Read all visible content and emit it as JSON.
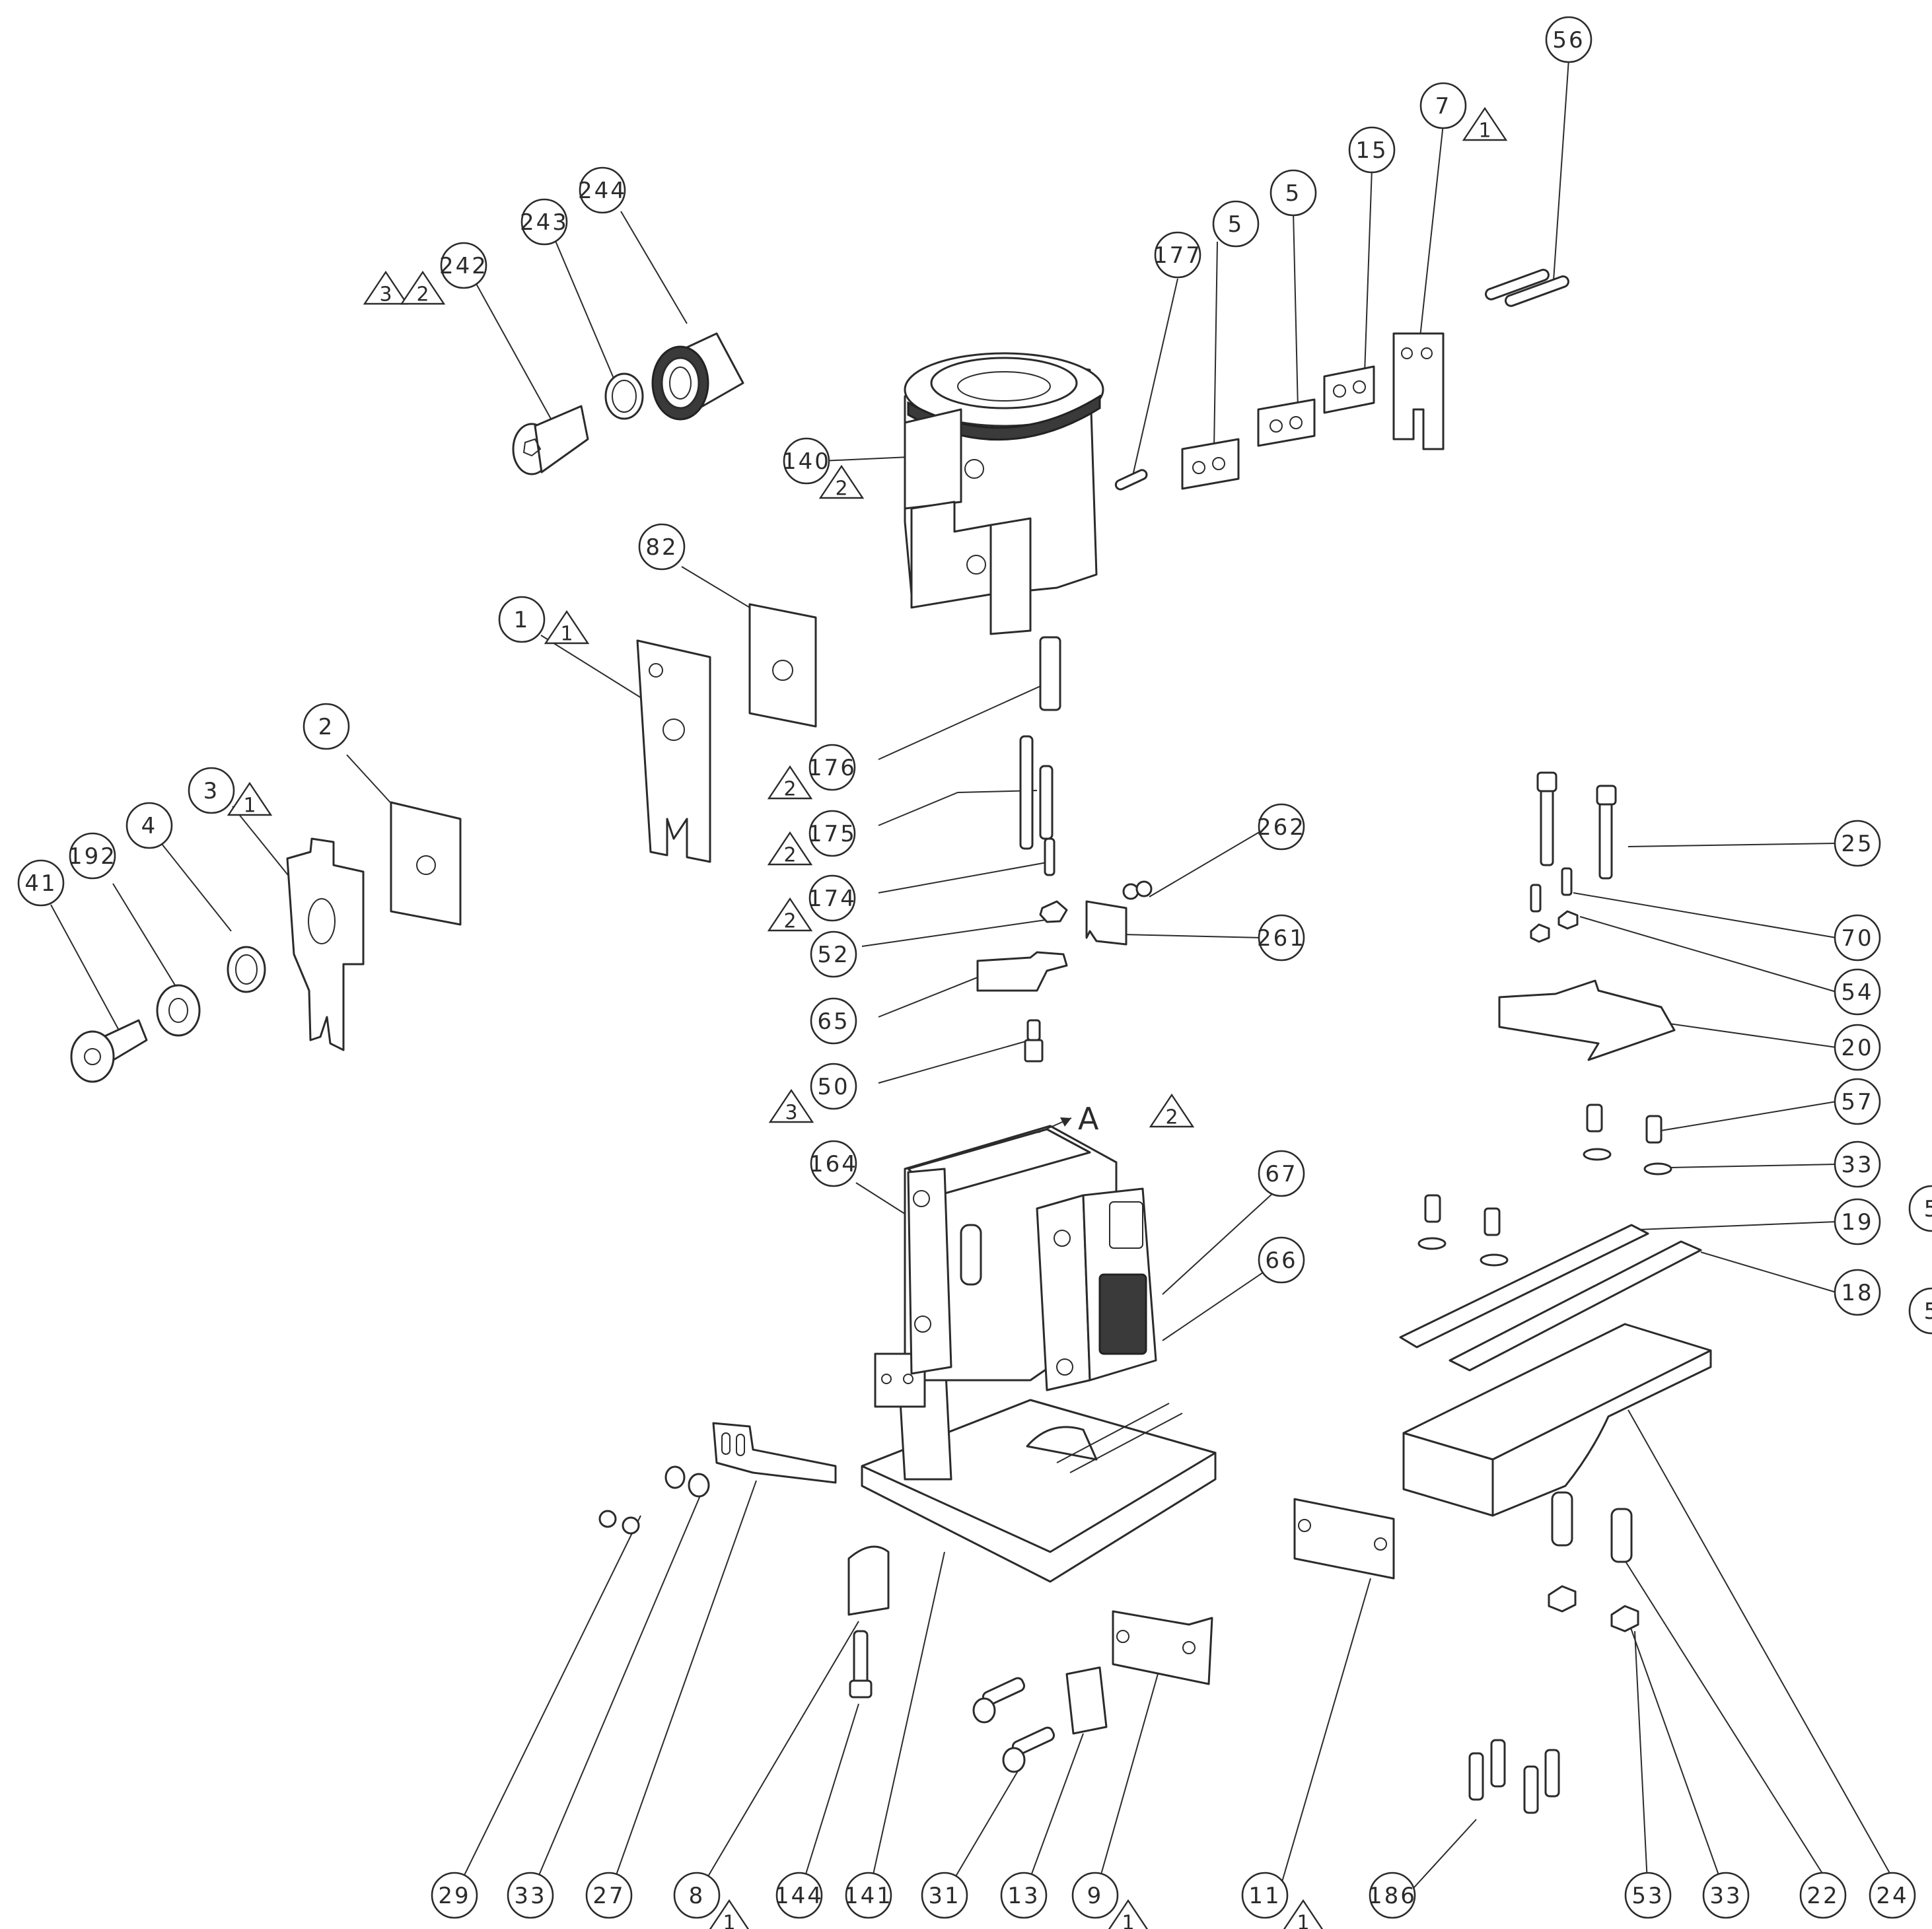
{
  "diagram": {
    "view_label": "A",
    "balloons": [
      {
        "id": "b-56",
        "label": "56"
      },
      {
        "id": "b-7",
        "label": "7"
      },
      {
        "id": "b-15",
        "label": "15"
      },
      {
        "id": "b-5a",
        "label": "5"
      },
      {
        "id": "b-5b",
        "label": "5"
      },
      {
        "id": "b-177",
        "label": "177"
      },
      {
        "id": "b-244",
        "label": "244"
      },
      {
        "id": "b-243",
        "label": "243"
      },
      {
        "id": "b-242",
        "label": "242"
      },
      {
        "id": "b-140",
        "label": "140"
      },
      {
        "id": "b-82",
        "label": "82"
      },
      {
        "id": "b-1",
        "label": "1"
      },
      {
        "id": "b-2",
        "label": "2"
      },
      {
        "id": "b-3",
        "label": "3"
      },
      {
        "id": "b-4",
        "label": "4"
      },
      {
        "id": "b-192",
        "label": "192"
      },
      {
        "id": "b-41",
        "label": "41"
      },
      {
        "id": "b-176",
        "label": "176"
      },
      {
        "id": "b-175",
        "label": "175"
      },
      {
        "id": "b-174",
        "label": "174"
      },
      {
        "id": "b-52",
        "label": "52"
      },
      {
        "id": "b-65",
        "label": "65"
      },
      {
        "id": "b-50",
        "label": "50"
      },
      {
        "id": "b-262",
        "label": "262"
      },
      {
        "id": "b-261",
        "label": "261"
      },
      {
        "id": "b-164",
        "label": "164"
      },
      {
        "id": "b-67",
        "label": "67"
      },
      {
        "id": "b-66",
        "label": "66"
      },
      {
        "id": "b-25",
        "label": "25"
      },
      {
        "id": "b-70",
        "label": "70"
      },
      {
        "id": "b-54",
        "label": "54"
      },
      {
        "id": "b-20",
        "label": "20"
      },
      {
        "id": "b-57",
        "label": "57"
      },
      {
        "id": "b-33a",
        "label": "33"
      },
      {
        "id": "b-19",
        "label": "19"
      },
      {
        "id": "b-18",
        "label": "18"
      },
      {
        "id": "b-29",
        "label": "29"
      },
      {
        "id": "b-33b",
        "label": "33"
      },
      {
        "id": "b-27",
        "label": "27"
      },
      {
        "id": "b-8",
        "label": "8"
      },
      {
        "id": "b-144",
        "label": "144"
      },
      {
        "id": "b-141",
        "label": "141"
      },
      {
        "id": "b-31",
        "label": "31"
      },
      {
        "id": "b-13",
        "label": "13"
      },
      {
        "id": "b-9",
        "label": "9"
      },
      {
        "id": "b-11",
        "label": "11"
      },
      {
        "id": "b-186",
        "label": "186"
      },
      {
        "id": "b-53",
        "label": "53"
      },
      {
        "id": "b-33c",
        "label": "33"
      },
      {
        "id": "b-22",
        "label": "22"
      },
      {
        "id": "b-24",
        "label": "24"
      },
      {
        "id": "b-edge1",
        "label": "5"
      },
      {
        "id": "b-edge2",
        "label": "5"
      }
    ],
    "revision_marks": [
      {
        "id": "r-7",
        "label": "1"
      },
      {
        "id": "r-242a",
        "label": "3"
      },
      {
        "id": "r-242b",
        "label": "2"
      },
      {
        "id": "r-140",
        "label": "2"
      },
      {
        "id": "r-1",
        "label": "1"
      },
      {
        "id": "r-3",
        "label": "1"
      },
      {
        "id": "r-176",
        "label": "2"
      },
      {
        "id": "r-175",
        "label": "2"
      },
      {
        "id": "r-174",
        "label": "2"
      },
      {
        "id": "r-50",
        "label": "3"
      },
      {
        "id": "r-A",
        "label": "2"
      },
      {
        "id": "r-8",
        "label": "1"
      },
      {
        "id": "r-9",
        "label": "1"
      },
      {
        "id": "r-11",
        "label": "1"
      }
    ]
  }
}
